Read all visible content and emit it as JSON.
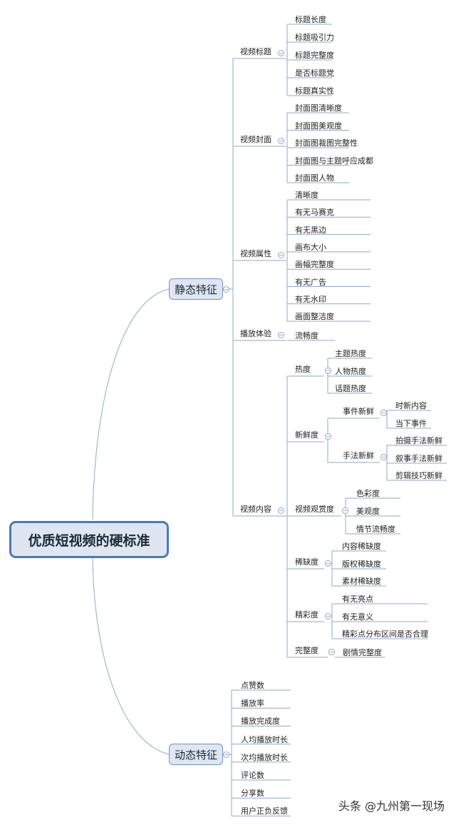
{
  "root": "优质短视频的硬标准",
  "watermark": "头条 @九州第一现场",
  "static": {
    "label": "静态特征",
    "groups": [
      {
        "label": "视频标题",
        "items": [
          "标题长度",
          "标题吸引力",
          "标题完整度",
          "是否标题党",
          "标题真实性"
        ]
      },
      {
        "label": "视频封面",
        "items": [
          "封面图清晰度",
          "封面图美观度",
          "封面图裁图完整性",
          "封面图与主题呼应成都",
          "封面图人物"
        ]
      },
      {
        "label": "视频属性",
        "items": [
          "清晰度",
          "有无马赛克",
          "有无黑边",
          "画布大小",
          "画幅完整度",
          "有无广告",
          "有无水印",
          "画面整洁度"
        ]
      },
      {
        "label": "播放体验",
        "items": [
          "流畅度"
        ]
      },
      {
        "label": "视频内容",
        "subgroups": [
          {
            "label": "热度",
            "items": [
              "主题热度",
              "人物热度",
              "话题热度"
            ]
          },
          {
            "label": "新鲜度",
            "subsub": [
              {
                "label": "事件新鲜",
                "items": [
                  "时新内容",
                  "当下事件"
                ]
              },
              {
                "label": "手法新鲜",
                "items": [
                  "拍摄手法新鲜",
                  "叙事手法新鲜",
                  "剪辑技巧新鲜"
                ]
              }
            ]
          },
          {
            "label": "视频观赏度",
            "items": [
              "色彩度",
              "美观度",
              "情节流畅度"
            ]
          },
          {
            "label": "稀缺度",
            "items": [
              "内容稀缺度",
              "版权稀缺度",
              "素材稀缺度"
            ]
          },
          {
            "label": "精彩度",
            "items": [
              "有无亮点",
              "有无意义",
              "精彩点分布区间是否合理"
            ]
          },
          {
            "label": "完整度",
            "items": [
              "剧情完整度"
            ]
          }
        ]
      }
    ]
  },
  "dynamic": {
    "label": "动态特征",
    "items": [
      "点赞数",
      "播放率",
      "播放完成度",
      "人均播放时长",
      "次均播放时长",
      "评论数",
      "分享数",
      "用户正负反馈"
    ]
  }
}
